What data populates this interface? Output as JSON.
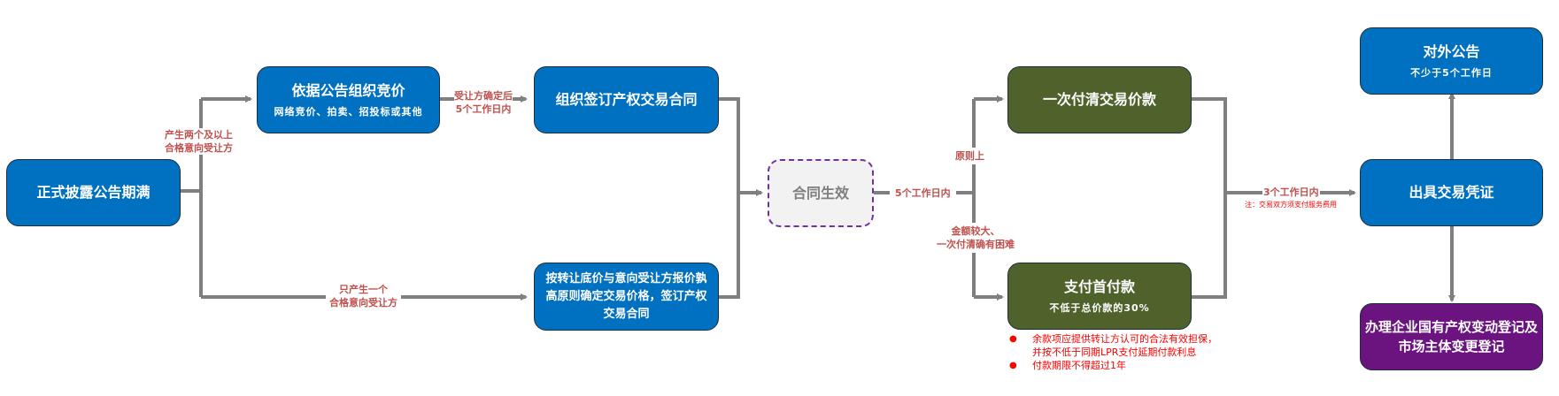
{
  "nodes": {
    "start": {
      "title": "正式披露公告期满"
    },
    "bidding": {
      "title": "依据公告组织竞价",
      "subtitle": "网络竞价、拍卖、招投标或其他"
    },
    "sign_contract": {
      "title": "组织签订产权交易合同"
    },
    "single_buyer": {
      "title": "按转让底价与意向受让方报价孰高原则确定交易价格，签订产权交易合同"
    },
    "effective": {
      "title": "合同生效"
    },
    "lump_sum": {
      "title": "一次付清交易价款"
    },
    "down_payment": {
      "title": "支付首付款",
      "subtitle": "不低于总价款的30%"
    },
    "voucher": {
      "title": "出具交易凭证"
    },
    "announce": {
      "title": "对外公告",
      "subtitle": "不少于5个工作日"
    },
    "registration": {
      "title": "办理企业国有产权变动登记及市场主体变更登记"
    }
  },
  "edge_labels": {
    "multi_buyers": [
      "产生两个及以上",
      "合格意向受让方"
    ],
    "single_buyer": [
      "只产生一个",
      "合格意向受让方"
    ],
    "after_confirm": [
      "受让方确定后",
      "5个工作日内"
    ],
    "within_5_days": "5个工作日内",
    "in_principle": "原则上",
    "large_amount": [
      "金额较大、",
      "一次付清确有困难"
    ],
    "within_3_days": "3个工作日内",
    "service_fee_note": "注：交易双方须支付服务费用"
  },
  "notes": {
    "bullets": [
      [
        "余款项应提供转让方认可的合法有效担保，",
        "并按不低于同期LPR支付延期付款利息"
      ],
      [
        "付款期限不得超过1年"
      ]
    ],
    "bullet_symbol": "●"
  },
  "colors": {
    "blue": "#0070C0",
    "green": "#4F622C",
    "purple": "#6B1480",
    "connector": "#7F7F7F",
    "label": "#C0504D",
    "note": "#FF0000"
  }
}
